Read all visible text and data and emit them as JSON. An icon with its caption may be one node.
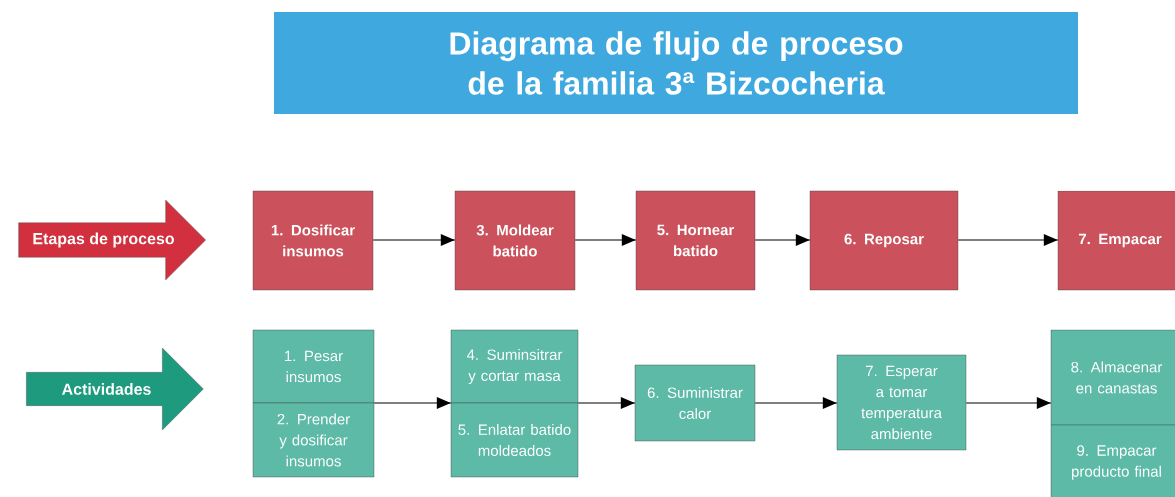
{
  "diagram": {
    "title": "Diagrama de flujo de proceso de la familia 3ª Bizcocheria",
    "nodes": [
      {
        "text": [
          "Etapas de proceso"
        ]
      },
      {
        "text": [
          "1. Dosificar insumos"
        ]
      },
      {
        "text": [
          "3. Moldear batido"
        ]
      },
      {
        "text": [
          "5. Hornear batido"
        ]
      },
      {
        "text": [
          "6. Reposar"
        ]
      },
      {
        "text": [
          "7. Empacar"
        ]
      },
      {
        "text": [
          "Actividades"
        ]
      },
      {
        "text": [
          "1. Pesar insumos"
        ]
      },
      {
        "text": [
          "2. Prender y dosificar insumos"
        ]
      },
      {
        "text": [
          "4. Suminsitrar y cortar masa"
        ]
      },
      {
        "text": [
          "5. Enlatar batido moldeados"
        ]
      },
      {
        "text": [
          "6. Suministrar calor"
        ]
      },
      {
        "text": [
          "7. Esperar a tomar temperatura ambiente"
        ]
      },
      {
        "text": [
          "8. Almacenar en canastas"
        ]
      },
      {
        "text": [
          "9. Empacar producto final"
        ]
      }
    ],
    "edges": [
      {
        "from": 1,
        "to": 2,
        "arrow": "to"
      },
      {
        "from": 2,
        "to": 3,
        "arrow": "to"
      },
      {
        "from": 3,
        "to": 4,
        "arrow": "to"
      },
      {
        "from": 4,
        "to": 5,
        "arrow": "to"
      },
      {
        "from": 7,
        "to": 9,
        "arrow": "to"
      },
      {
        "from": 9,
        "to": 11,
        "arrow": "to"
      },
      {
        "from": 11,
        "to": 12,
        "arrow": "to"
      },
      {
        "from": 12,
        "to": 13,
        "arrow": "to"
      }
    ]
  }
}
